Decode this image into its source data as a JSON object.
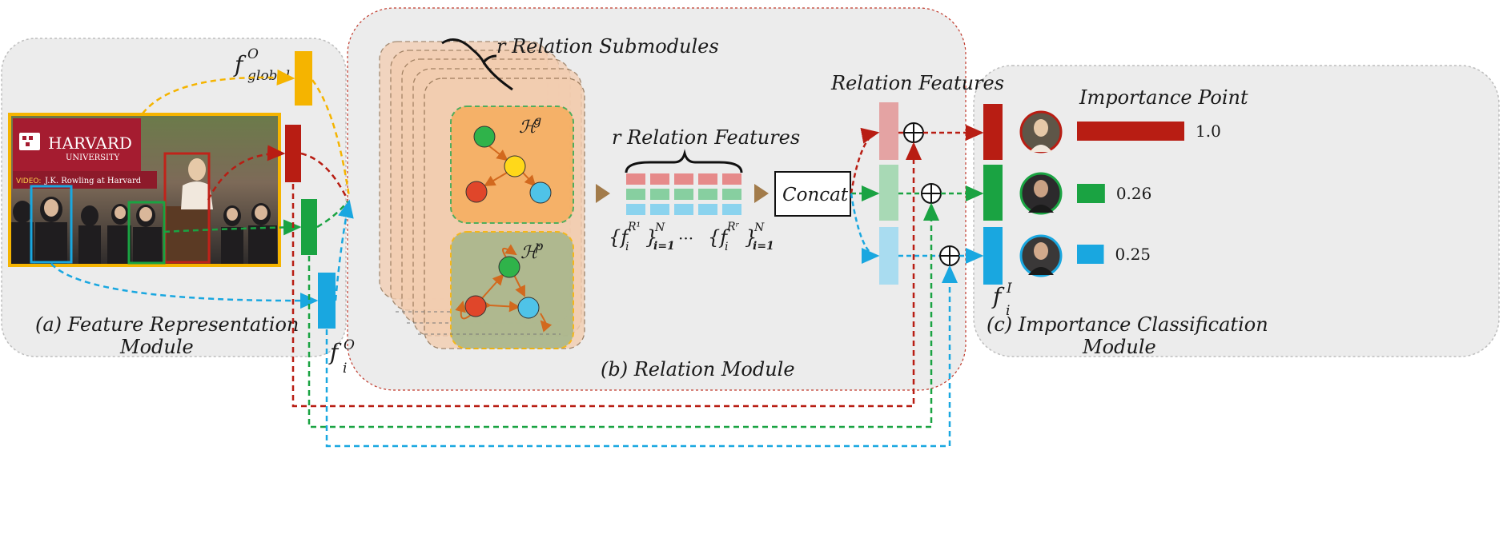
{
  "modules": {
    "feature": {
      "caption_line1": "(a) Feature Representation",
      "caption_line2": "Module"
    },
    "relation": {
      "caption": "(b) Relation Module",
      "submodules_label": "r Relation Submodules"
    },
    "importance": {
      "caption_line1": "(c) Importance Classification",
      "caption_line2": "Module",
      "title": "Importance Point"
    }
  },
  "labels": {
    "f_global": "f",
    "f_global_sup": "O",
    "f_global_sub": "global",
    "f_obj": "f",
    "f_obj_sub": "i",
    "f_obj_sup": "O",
    "f_imp": "f",
    "f_imp_sub": "i",
    "f_imp_sup": "I",
    "h_g": "ℋ",
    "h_g_sup": "g",
    "h_p": "ℋ",
    "h_p_sup": "p",
    "r_relation_features": "r Relation Features",
    "relation_features": "Relation Features",
    "concat": "Concat",
    "ellipsis": "···",
    "set_left": "{f",
    "set_left_sup": "R¹",
    "set_right": "{f",
    "set_right_sup": "Rʳ",
    "set_close": "}",
    "set_sub": "i=1",
    "set_upper": "N",
    "set_i": "i",
    "plus": "⊕"
  },
  "photo": {
    "logo_main": "HARVARD",
    "logo_sub": "UNIVERSITY",
    "banner": "J.K. Rowling at Harvard",
    "banner_prefix": "VIDEO:"
  },
  "importance_scores": [
    {
      "person": "woman-speaker",
      "value": 1.0,
      "label": "1.0",
      "color": "#b81d13"
    },
    {
      "person": "man-green",
      "value": 0.26,
      "label": "0.26",
      "color": "#1aa342"
    },
    {
      "person": "man-blue",
      "value": 0.25,
      "label": "0.25",
      "color": "#19a7e0"
    }
  ],
  "colors": {
    "red": "#b81d13",
    "green": "#1aa342",
    "blue": "#19a7e0",
    "yellow": "#f5b400",
    "crimson_bg": "#a51c30"
  }
}
